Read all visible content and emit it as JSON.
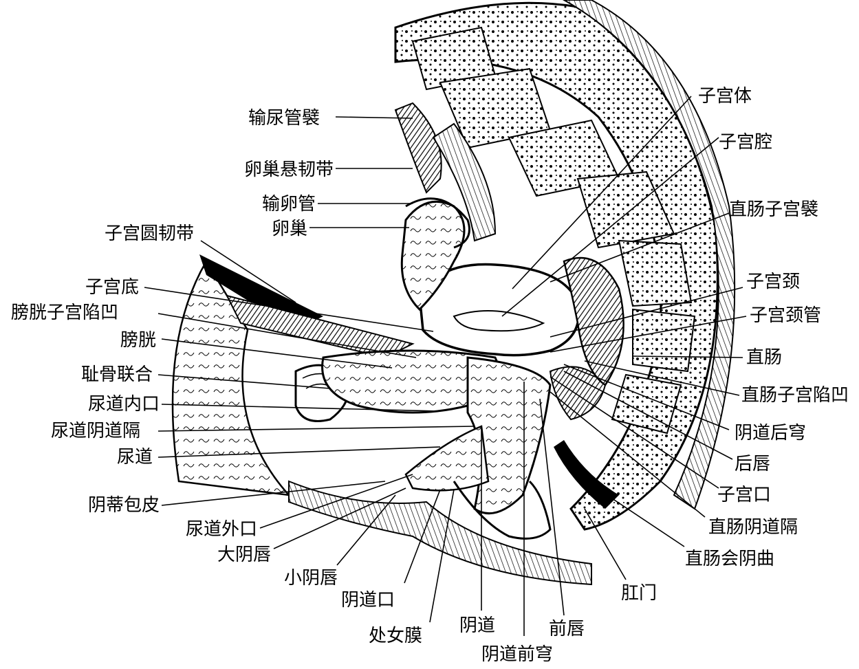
{
  "labels": {
    "ureteral_fold": "输尿管襞",
    "suspensory_ligament_ovary": "卵巢悬韧带",
    "uterine_tube": "输卵管",
    "ovary": "卵巢",
    "round_ligament_uterus": "子宫圆韧带",
    "fundus_uterus": "子宫底",
    "vesicouterine_pouch": "膀胱子宫陷凹",
    "bladder": "膀胱",
    "pubic_symphysis": "耻骨联合",
    "internal_urethral_orifice": "尿道内口",
    "urethrovaginal_septum": "尿道阴道隔",
    "urethra": "尿道",
    "prepuce_clitoris": "阴蒂包皮",
    "external_urethral_orifice": "尿道外口",
    "labium_majus": "大阴唇",
    "labium_minus": "小阴唇",
    "vaginal_orifice": "阴道口",
    "hymen": "处女膜",
    "vagina": "阴道",
    "anterior_fornix": "阴道前穹",
    "anterior_lip": "前唇",
    "anus": "肛门",
    "perineal_flexure_rectum": "直肠会阴曲",
    "rectovaginal_septum": "直肠阴道隔",
    "external_os": "子宫口",
    "posterior_lip": "后唇",
    "posterior_fornix": "阴道后穹",
    "rectouterine_pouch": "直肠子宫陷凹",
    "rectum": "直肠",
    "cervical_canal": "子宫颈管",
    "cervix": "子宫颈",
    "rectouterine_fold": "直肠子宫襞",
    "uterine_cavity": "子宫腔",
    "body_uterus": "子宫体"
  }
}
